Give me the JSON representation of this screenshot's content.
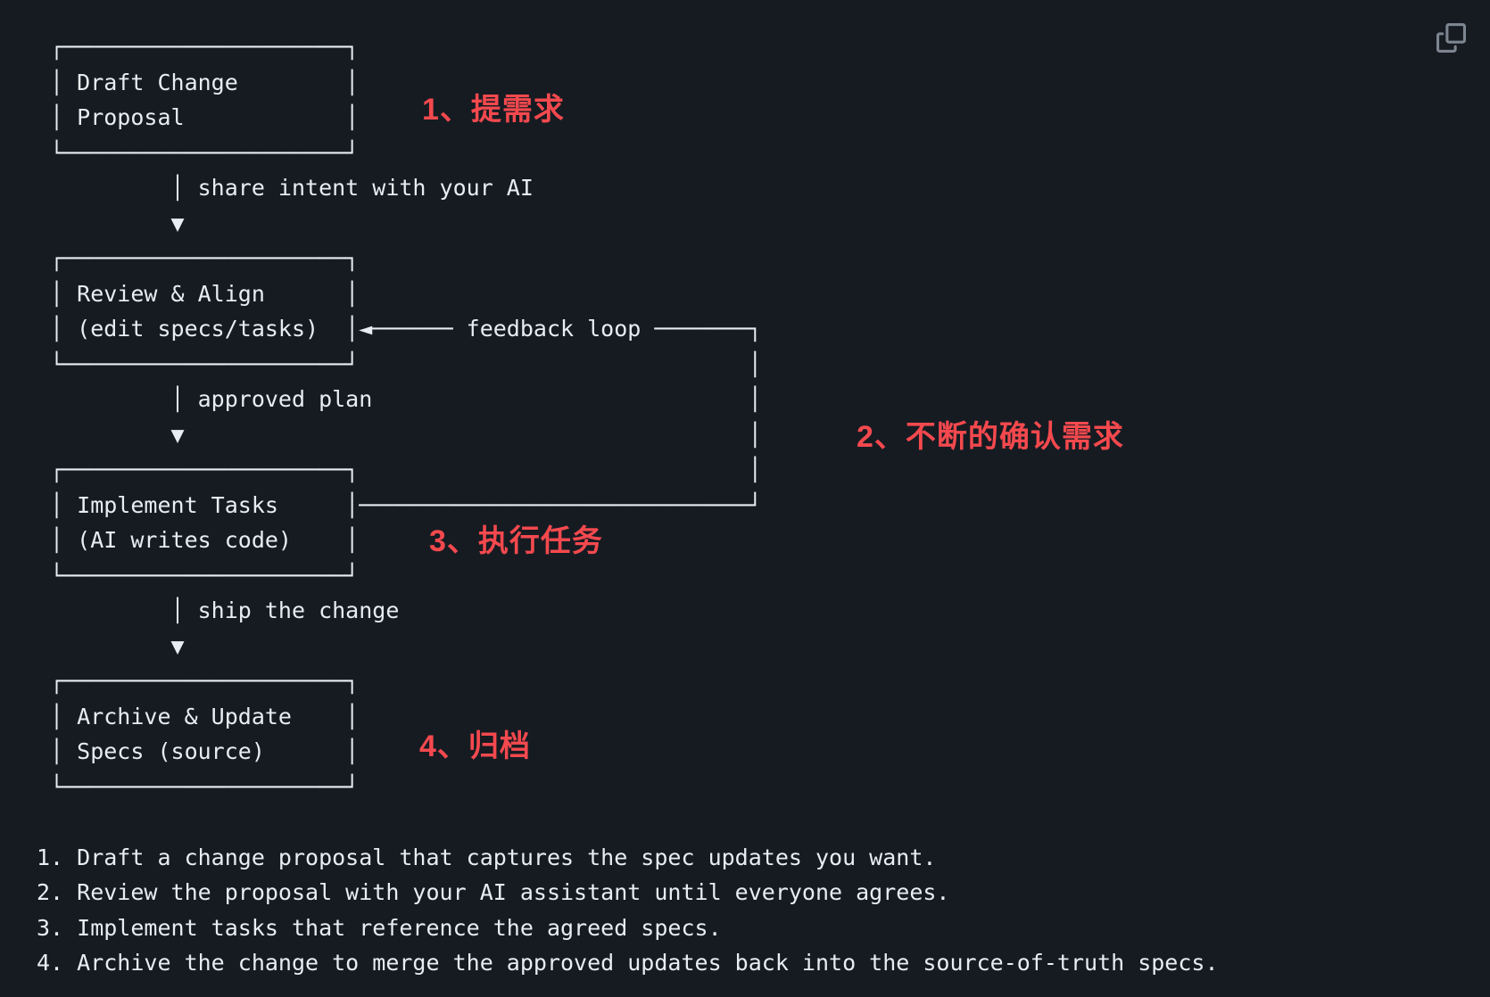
{
  "canvas": {
    "background_color": "#161b22",
    "foreground_color": "#e6edf3",
    "annotation_color": "#f4494e",
    "icon_color": "#7d8590"
  },
  "diagram": {
    "ascii_lines": [
      " ┌─────────────────────┐",
      " │ Draft Change        │",
      " │ Proposal            │",
      " └─────────────────────┘",
      "          │ share intent with your AI",
      "          ▼",
      " ┌─────────────────────┐",
      " │ Review & Align      │",
      " │ (edit specs/tasks)  │◄────── feedback loop ───────┐",
      " └─────────────────────┘                             │",
      "          │ approved plan                            │",
      "          ▼                                          │",
      " ┌─────────────────────┐                             │",
      " │ Implement Tasks     │─────────────────────────────┘",
      " │ (AI writes code)    │",
      " └─────────────────────┘",
      "          │ ship the change",
      "          ▼",
      " ┌─────────────────────┐",
      " │ Archive & Update    │",
      " │ Specs (source)      │",
      " └─────────────────────┘",
      "",
      "1. Draft a change proposal that captures the spec updates you want.",
      "2. Review the proposal with your AI assistant until everyone agrees.",
      "3. Implement tasks that reference the agreed specs.",
      "4. Archive the change to merge the approved updates back into the source-of-truth specs."
    ],
    "boxes": [
      {
        "title": "Draft Change Proposal"
      },
      {
        "title": "Review & Align (edit specs/tasks)"
      },
      {
        "title": "Implement Tasks (AI writes code)"
      },
      {
        "title": "Archive & Update Specs (source)"
      }
    ],
    "edge_labels": [
      "share intent with your AI",
      "feedback loop",
      "approved plan",
      "ship the change"
    ],
    "steps": [
      "Draft a change proposal that captures the spec updates you want.",
      "Review the proposal with your AI assistant until everyone agrees.",
      "Implement tasks that reference the agreed specs.",
      "Archive the change to merge the approved updates back into the source-of-truth specs."
    ]
  },
  "annotations": [
    {
      "text": "1、提需求"
    },
    {
      "text": "2、不断的确认需求"
    },
    {
      "text": "3、执行任务"
    },
    {
      "text": "4、归档"
    }
  ]
}
